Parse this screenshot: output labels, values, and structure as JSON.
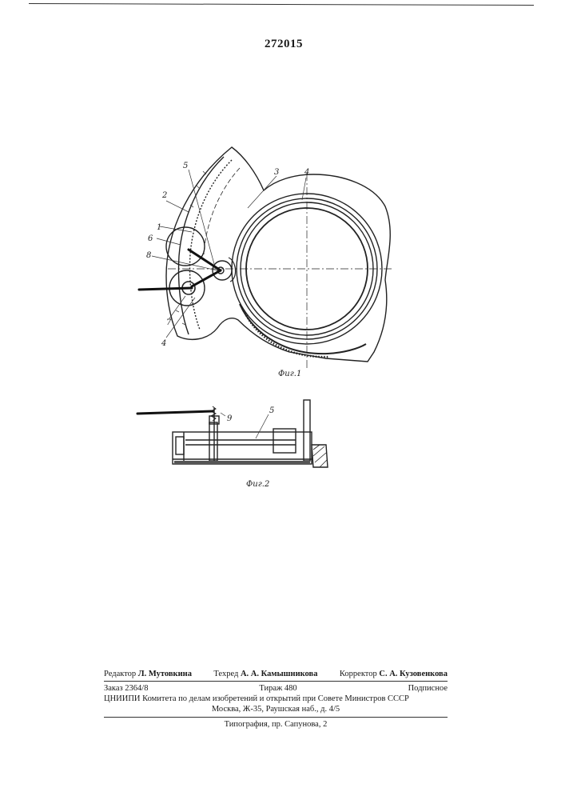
{
  "patent_number": "272015",
  "figure_1": {
    "caption": "Фиг.1",
    "callouts": [
      "1",
      "2",
      "3",
      "4",
      "5",
      "6",
      "7",
      "8",
      "4"
    ]
  },
  "figure_2": {
    "caption": "Фиг.2",
    "callouts": [
      "9",
      "5"
    ]
  },
  "footer": {
    "editor_label": "Редактор",
    "editor_name": "Л. Мутовкина",
    "techred_label": "Техред",
    "techred_name": "А. А. Камышникова",
    "corrector_label": "Корректор",
    "corrector_name": "С. А. Кузовенкова",
    "order": "Заказ 2364/8",
    "print_run": "Тираж 480",
    "subscription": "Подписное",
    "institute_line": "ЦНИИПИ Комитета по делам изобретений и открытий при Совете Министров СССР",
    "address_line": "Москва, Ж-35, Раушская наб., д. 4/5",
    "printing_house": "Типография, пр. Сапунова, 2"
  }
}
